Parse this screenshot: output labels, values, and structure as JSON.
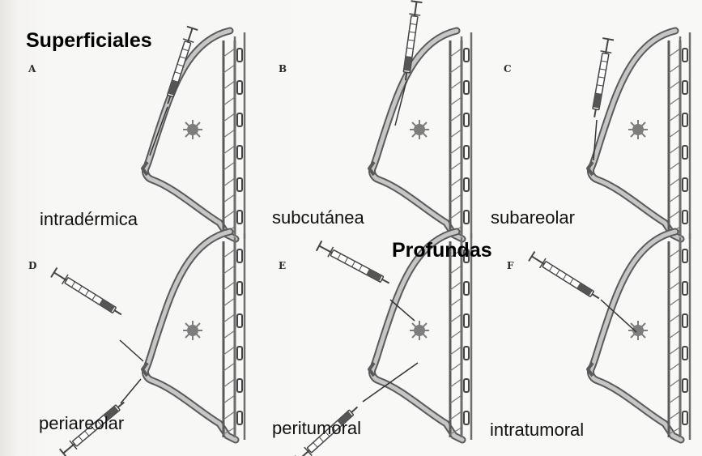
{
  "headings": {
    "superficial": "Superficiales",
    "deep": "Profundas"
  },
  "panels": [
    {
      "letter": "A",
      "caption": "intradérmica"
    },
    {
      "letter": "B",
      "caption": "subcutánea"
    },
    {
      "letter": "C",
      "caption": "subareolar"
    },
    {
      "letter": "D",
      "caption": "periareolar"
    },
    {
      "letter": "E",
      "caption": "peritumoral"
    },
    {
      "letter": "F",
      "caption": "intratumoral"
    }
  ],
  "colors": {
    "skin_outline": "#5a5a5a",
    "tissue_fill": "#c6c6c6",
    "tumor": "#7d7d7d",
    "text": "#000000"
  },
  "icons": [
    "breast-cross-section",
    "syringe-icon",
    "tumor-icon"
  ]
}
